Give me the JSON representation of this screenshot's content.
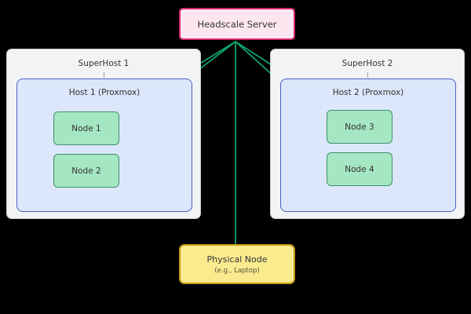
{
  "diagram": {
    "background_color": "#000000",
    "accent_edge_color": "#10a26a",
    "server": {
      "label": "Headscale Server",
      "fill": "#fce7f1",
      "stroke": "#d6286f"
    },
    "superhosts": [
      {
        "title": "SuperHost 1",
        "host": {
          "title": "Host 1 (Proxmox)",
          "nodes": [
            {
              "label": "Node 1"
            },
            {
              "label": "Node 2"
            }
          ]
        }
      },
      {
        "title": "SuperHost 2",
        "host": {
          "title": "Host 2 (Proxmox)",
          "nodes": [
            {
              "label": "Node 3"
            },
            {
              "label": "Node 4"
            }
          ]
        }
      }
    ],
    "physical_node": {
      "label": "Physical Node",
      "sublabel": "(e.g., Laptop)",
      "fill": "#fbeb8f",
      "stroke": "#c79a1a"
    },
    "connections": [
      {
        "from": "headscale-server",
        "to": "node-1"
      },
      {
        "from": "headscale-server",
        "to": "node-2"
      },
      {
        "from": "headscale-server",
        "to": "node-3"
      },
      {
        "from": "headscale-server",
        "to": "node-4"
      },
      {
        "from": "headscale-server",
        "to": "physical-node"
      }
    ]
  }
}
